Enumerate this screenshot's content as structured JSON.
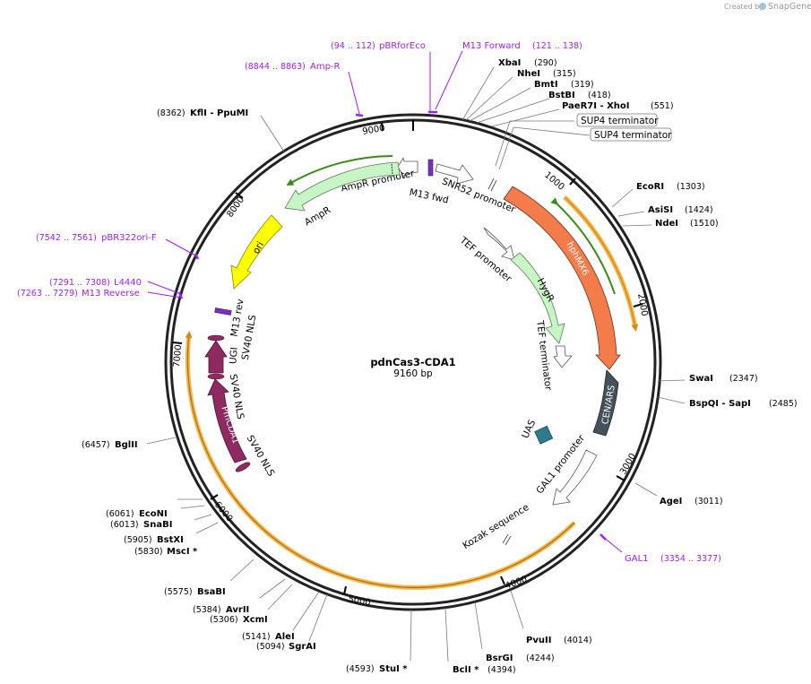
{
  "credit": {
    "prefix": "Created by",
    "brand": "SnapGene"
  },
  "plasmid": {
    "name": "pdnCas3-CDA1",
    "size": "9160 bp"
  },
  "ticks": [
    "1000",
    "2000",
    "3000",
    "4000",
    "5000",
    "6000",
    "7000",
    "8000",
    "9000"
  ],
  "sites": [
    {
      "name": "XbaI",
      "pos": "(290)"
    },
    {
      "name": "NheI",
      "pos": "(315)"
    },
    {
      "name": "BmtI",
      "pos": "(319)"
    },
    {
      "name": "BstBI",
      "pos": "(418)"
    },
    {
      "name": "PaeR7I - XhoI",
      "pos": "(551)"
    },
    {
      "name": "EcoRI",
      "pos": "(1303)"
    },
    {
      "name": "AsiSI",
      "pos": "(1424)"
    },
    {
      "name": "NdeI",
      "pos": "(1510)"
    },
    {
      "name": "SwaI",
      "pos": "(2347)"
    },
    {
      "name": "BspQI - SapI",
      "pos": "(2485)"
    },
    {
      "name": "AgeI",
      "pos": "(3011)"
    },
    {
      "name": "PvuII",
      "pos": "(4014)"
    },
    {
      "name": "BsrGI",
      "pos": "(4244)"
    },
    {
      "name": "BclI *",
      "pos": "(4394)"
    },
    {
      "name": "StuI *",
      "pos": "(4593)"
    },
    {
      "name": "SgrAI",
      "pos": "(5094)"
    },
    {
      "name": "AleI",
      "pos": "(5141)"
    },
    {
      "name": "XcmI",
      "pos": "(5306)"
    },
    {
      "name": "AvrII",
      "pos": "(5384)"
    },
    {
      "name": "BsaBI",
      "pos": "(5575)"
    },
    {
      "name": "MscI *",
      "pos": "(5830)"
    },
    {
      "name": "BstXI",
      "pos": "(5905)"
    },
    {
      "name": "SnaBI",
      "pos": "(6013)"
    },
    {
      "name": "EcoNI",
      "pos": "(6061)"
    },
    {
      "name": "BglII",
      "pos": "(6457)"
    },
    {
      "name": "KflI - PpuMI",
      "pos": "(8362)"
    }
  ],
  "primers": [
    {
      "name": "pBRforEco",
      "pos": "(94 .. 112)"
    },
    {
      "name": "M13 Forward",
      "pos": "(121 .. 138)"
    },
    {
      "name": "Amp-R",
      "pos": "(8844 .. 8863)"
    },
    {
      "name": "pBR322ori-F",
      "pos": "(7542 .. 7561)"
    },
    {
      "name": "L4440",
      "pos": "(7291 .. 7308)"
    },
    {
      "name": "M13 Reverse",
      "pos": "(7263 .. 7279)"
    },
    {
      "name": "GAL1",
      "pos": "(3354 .. 3377)"
    }
  ],
  "boxed_labels": [
    "SUP4 terminator",
    "SUP4 terminator"
  ],
  "features": {
    "snr52": "SNR52 promoter",
    "m13fwd": "M13 fwd",
    "ampr_promoter": "AmpR promoter",
    "ampr": "AmpR",
    "ori": "ori",
    "m13rev": "M13 rev",
    "sv40_nls_1": "SV40 NLS",
    "ugi": "UGI",
    "sv40_nls_2": "SV40 NLS",
    "pmcda1": "PmCDA1",
    "sv40_nls_3": "SV40 NLS",
    "tef_promoter": "TEF promoter",
    "hygr": "HygR",
    "tef_terminator": "TEF terminator",
    "hphmx6": "hphMX6",
    "cen_ars": "CEN/ARS",
    "uas": "UAS",
    "gal1_promoter": "GAL1 promoter",
    "kozak": "Kozak sequence"
  },
  "colors": {
    "hphmx6": "#f47c4a",
    "cen_ars": "#44505a",
    "hygr": "#c8f5c6",
    "ampr": "#c8f5c6",
    "ori": "#ffff00",
    "pmcda1": "#8e2a5f",
    "uas": "#2d7b8c",
    "orf_line": "#f5b84a",
    "primer": "#a020f0"
  }
}
